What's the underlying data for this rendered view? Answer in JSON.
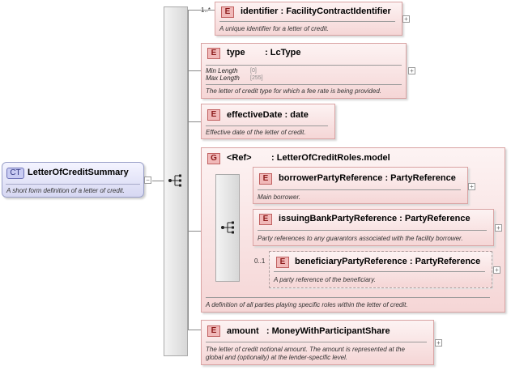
{
  "root": {
    "badge": "CT",
    "name": "LetterOfCreditSummary",
    "doc": "A short form definition of a letter of credit."
  },
  "elements": {
    "identifier": {
      "badge": "E",
      "cardinality": "1..*",
      "label": "identifier  : FacilityContractIdentifier",
      "doc": "A unique identifier for a letter of credit."
    },
    "type": {
      "badge": "E",
      "label": "type        : LcType",
      "facet1_label": "Min Length",
      "facet1_value": "[0]",
      "facet2_label": "Max Length",
      "facet2_value": "[255]",
      "doc": "The letter of credit type for which a fee rate is being provided."
    },
    "effectiveDate": {
      "badge": "E",
      "label": "effectiveDate  : date",
      "doc": "Effective date of the letter of credit."
    },
    "group": {
      "badge": "G",
      "label": "<Ref>        : LetterOfCreditRoles.model",
      "doc": "A definition of all parties playing specific roles within the letter of credit."
    },
    "borrower": {
      "badge": "E",
      "label": "borrowerPartyReference  : PartyReference",
      "doc": "Main borrower."
    },
    "issuingBank": {
      "badge": "E",
      "label": "issuingBankPartyReference  : PartyReference",
      "doc": "Party references to any guarantors associated with the facility borrower."
    },
    "beneficiary": {
      "badge": "E",
      "cardinality": "0..1",
      "label": "beneficiaryPartyReference  : PartyReference",
      "doc": "A party reference of the beneficiary."
    },
    "amount": {
      "badge": "E",
      "label": "amount   : MoneyWithParticipantShare",
      "doc_line1": "The letter of credit notional amount. The amount is represented at the",
      "doc_line2": "global and (optionally) at the lender-specific level."
    }
  },
  "icons": {
    "expand": "plus-icon",
    "collapse": "minus-icon",
    "sequence": "sequence-icon"
  },
  "colors": {
    "element_fill": "#f5d6d6",
    "element_border": "#d9a3a3",
    "complex_type_fill": "#d6d7f2"
  }
}
